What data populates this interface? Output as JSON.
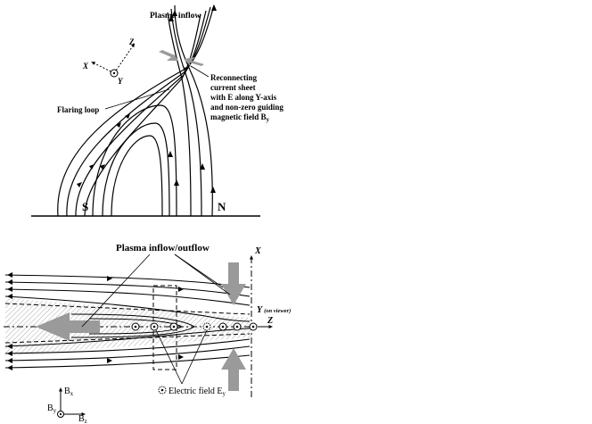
{
  "top_panel": {
    "plasma_inflow": "Plasma inflow",
    "axis_x": "X",
    "axis_z": "Z",
    "axis_y": "Y",
    "reconnecting_lines": [
      "Reconnecting",
      "current sheet",
      "with E along Y-axis",
      "and non-zero guiding",
      "magnetic field B"
    ],
    "reconnecting_sub": "y",
    "flaring_loop": "Flaring loop",
    "footpoint_s": "S",
    "footpoint_n": "N"
  },
  "bottom_panel": {
    "plasma_inflow_outflow": "Plasma inflow/outflow",
    "axis_x": "X",
    "axis_y": "Y",
    "on_viewer": "(on viewer)",
    "axis_z": "Z",
    "electric_field": "Electric field E",
    "electric_field_sub": "y",
    "legend_bx": "B",
    "legend_bx_sub": "x",
    "legend_by": "B",
    "legend_by_sub": "y",
    "legend_bz": "B",
    "legend_bz_sub": "z"
  },
  "colors": {
    "line": "#000000",
    "arrow_gray": "#9a9a9a",
    "sheet_fill": "#d4d4d4"
  }
}
